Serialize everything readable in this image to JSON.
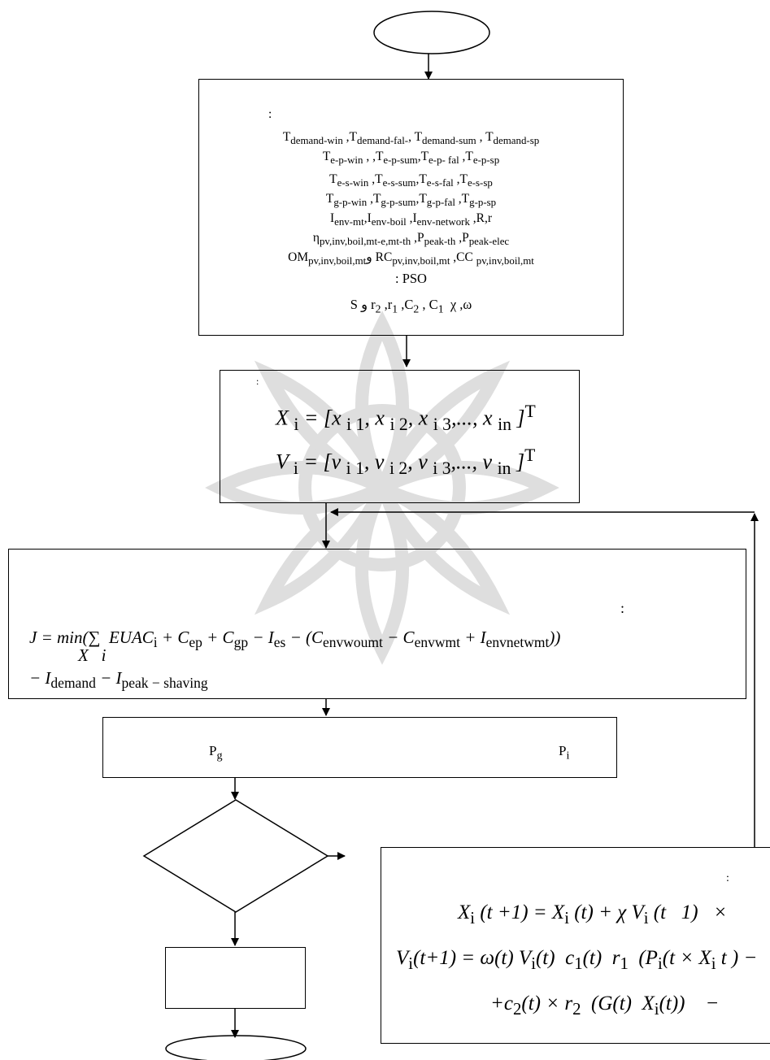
{
  "input": {
    "heading": ":",
    "lines": [
      "T<sub>demand-win</sub> ,T<sub>demand-fal-</sub>, T<sub>demand-sum</sub> , T<sub>demand-sp</sub>",
      "T<sub>e-p-win</sub> , ,T<sub>e-p-sum</sub>,T<sub>e-p- fal</sub> ,T<sub>e-p-sp</sub>",
      "T<sub>e-s-win</sub> ,T<sub>e-s-sum</sub>,T<sub>e-s-fal</sub> ,T<sub>e-s-sp</sub>",
      "T<sub>g-p-win</sub> ,T<sub>g-p-sum</sub>,T<sub>g-p-fal</sub> ,T<sub>g-p-sp</sub>",
      "I<sub>env-mt</sub>,I<sub>env-boil</sub> ,I<sub>env-network</sub> ,R,r",
      "η<sub>pv,inv,boil,mt-e,mt-th</sub> ,P<sub>peak-th</sub> ,P<sub>peak-elec</sub>",
      "OM<sub>pv,inv,boil,mt</sub>و RC<sub>pv,inv,boil,mt</sub> ,CC <sub>pv,inv,boil,mt</sub>",
      ": PSO",
      "S و r<sub>2</sub> ,r<sub>1</sub> ,C<sub>2</sub> , C<sub>1</sub> &nbsp;χ ,ω"
    ]
  },
  "init": {
    "heading": ":",
    "eq1": "X <sub>i</sub> = [x <sub>i 1</sub>, x <sub>i 2</sub>, x <sub>i 3</sub>,..., x <sub>in</sub> ]<sup>T</sup>",
    "eq2": "V <sub>i</sub> = [v <sub>i 1</sub>, v <sub>i 2</sub>, v <sub>i 3</sub>,..., v <sub>in</sub> ]<sup>T</sup>"
  },
  "objective": {
    "heading": ":",
    "line1": "J = min(∑ &nbsp;EUAC<sub>i</sub> + C<sub>ep</sub> + C<sub>gp</sub> − I<sub>es</sub> − (C<sub>envwoumt</sub> − C<sub>envwmt</sub> + I<sub>envnetwmt</sub>))",
    "line1b": "X &nbsp;&nbsp;i",
    "line2": "− I<sub>demand</sub> − I<sub>peak − shaving</sub>"
  },
  "best": {
    "left": "P<sub>g</sub>",
    "right": "P<sub>i</sub>"
  },
  "update": {
    "heading": ":",
    "eq1": "X<sub>i</sub> (t +1) = X<sub>i</sub> (t) + χ V<sub>i</sub> (t &nbsp;&nbsp;1) &nbsp;&nbsp;×",
    "eq2": "V<sub>i</sub>(t+1) = ω(t) V<sub>i</sub>(t) &nbsp;c<sub>1</sub>(t) &nbsp;r<sub>1</sub> &nbsp;(P<sub>i</sub>(t × X<sub>i</sub> t ) −",
    "eq3": "+c<sub>2</sub>(t) × r<sub>2</sub> &nbsp;(G(t) &nbsp;X<sub>i</sub>(t)) &nbsp;&nbsp;&nbsp;−"
  },
  "colors": {
    "line": "#000000",
    "watermark": "#b0b0b0"
  }
}
